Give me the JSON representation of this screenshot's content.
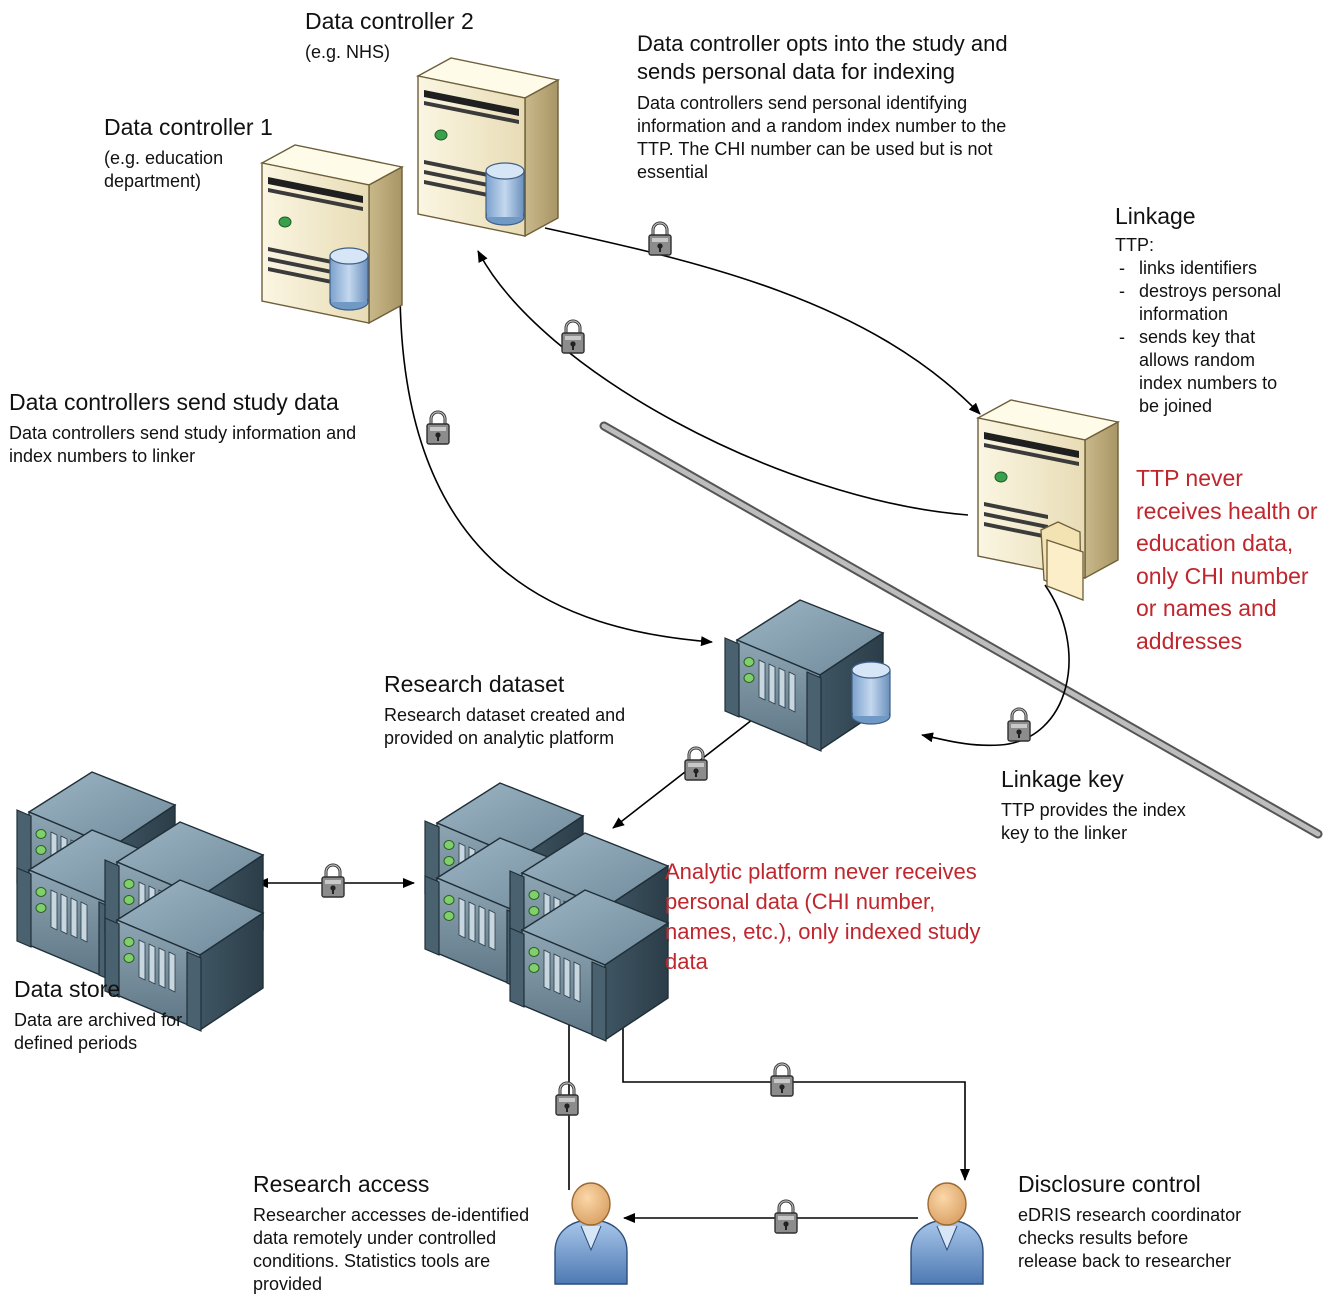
{
  "accent_color": "#c0262d",
  "nodes": {
    "dc2": {
      "title": "Data controller 2",
      "subtitle": "(e.g. NHS)"
    },
    "dc1": {
      "title": "Data controller 1",
      "subtitle": "(e.g. education department)"
    },
    "optin": {
      "title": "Data controller opts into the study and sends personal data for indexing",
      "body": "Data controllers send personal identifying information and a random index number to the TTP. The CHI number can be used but is not essential"
    },
    "linkage": {
      "title": "Linkage",
      "intro": "TTP:",
      "items": [
        "links identifiers",
        "destroys personal information",
        "sends key that allows random index numbers to be joined"
      ],
      "note": "TTP never receives health or education data, only CHI number or names and addresses"
    },
    "study_data": {
      "title": "Data controllers send study data",
      "body": "Data controllers send study information and index numbers to linker"
    },
    "research_dataset": {
      "title": "Research dataset",
      "body": "Research dataset created and provided on analytic platform"
    },
    "linkage_key": {
      "title": "Linkage key",
      "body": "TTP provides the index key to the linker"
    },
    "analytic_note": "Analytic platform never receives personal data (CHI number, names, etc.), only indexed study data",
    "data_store": {
      "title": "Data store",
      "body": "Data are archived for defined periods"
    },
    "research_access": {
      "title": "Research access",
      "body": "Researcher accesses de-identified data remotely under controlled conditions. Statistics tools are provided"
    },
    "disclosure": {
      "title": "Disclosure control",
      "body": "eDRIS research coordinator checks results before release back to researcher"
    }
  }
}
